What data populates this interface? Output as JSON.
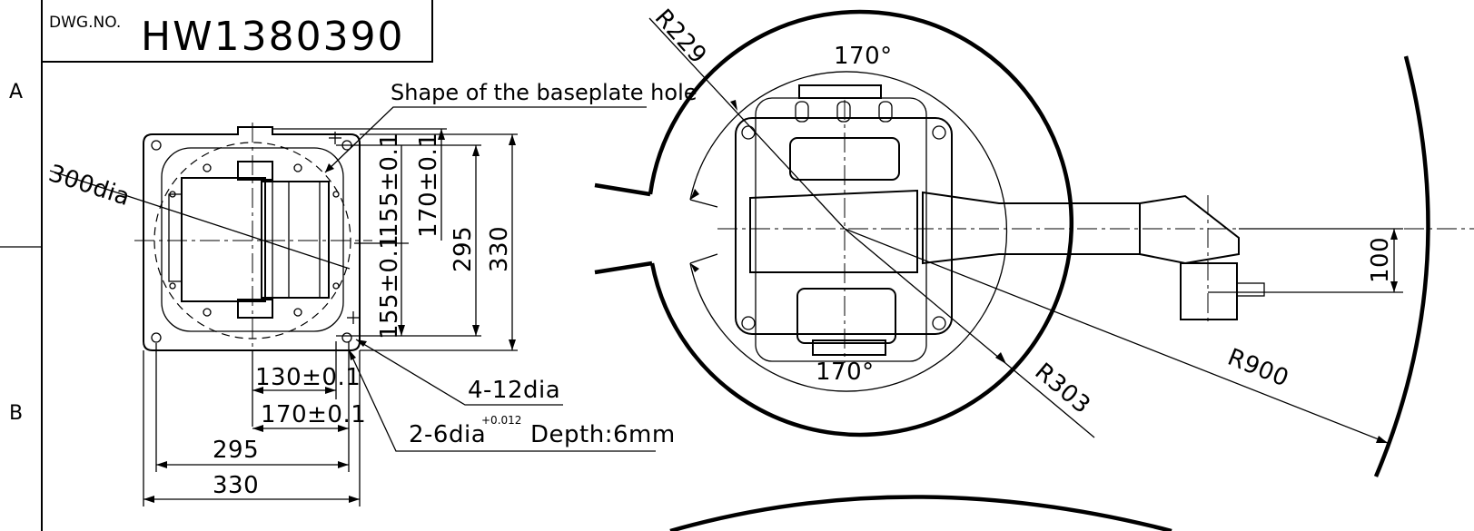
{
  "title_block": {
    "prefix": "DWG.NO.",
    "number": "HW1380390"
  },
  "zone_labels": {
    "row_a": "A",
    "row_b": "B"
  },
  "base_view": {
    "callout_baseplate_hole": "Shape of the baseplate hole",
    "diameter_label": "300dia",
    "dim_155_upper": "155±0.1",
    "dim_170_vertical": "170±0.1",
    "dim_295_vertical": "295",
    "dim_330_vertical": "330",
    "dim_155_lower": "155±0.1",
    "dim_130_horizontal": "130±0.1",
    "dim_170_horizontal": "170±0.1",
    "dim_295_horizontal": "295",
    "dim_330_horizontal": "330",
    "callout_holes": "4-12dia",
    "callout_pin_prefix": "2-6dia",
    "callout_pin_tolerance": "+0.012",
    "callout_pin_depth": "Depth:6mm"
  },
  "top_view": {
    "radius_229": "R229",
    "angle_top": "170°",
    "angle_bottom": "170°",
    "radius_303": "R303",
    "radius_900": "R900",
    "dim_100": "100"
  }
}
